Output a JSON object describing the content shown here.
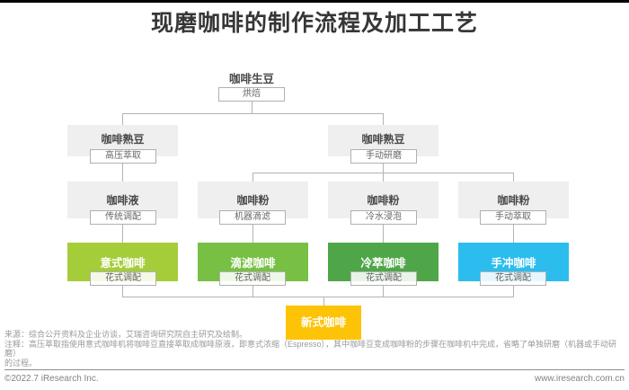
{
  "page": {
    "title": "现磨咖啡的制作流程及加工工艺",
    "footer": {
      "source_line": "来源：综合公开资料及企业访谈，艾瑞咨询研究院自主研究及绘制。",
      "note_line1": "注释：高压萃取指使用意式咖啡机将咖啡豆直接萃取成咖啡原液，即意式浓缩（Espresso），其中咖啡豆变成咖啡粉的步骤在咖啡机中完成，省略了单独研磨（机器或手动研磨）",
      "note_line2": "的过程。",
      "copyright": "©2022.7 iResearch Inc.",
      "website": "www.iresearch.com.cn"
    }
  },
  "flow": {
    "root": {
      "label": "咖啡生豆",
      "process": "烘焙"
    },
    "level2": [
      {
        "label": "咖啡熟豆",
        "process": "高压萃取"
      },
      {
        "label": "咖啡熟豆",
        "process": "手动研磨"
      }
    ],
    "level3": [
      {
        "label": "咖啡液",
        "process": "传统调配"
      },
      {
        "label": "咖啡粉",
        "process": "机器滴滤"
      },
      {
        "label": "咖啡粉",
        "process": "冷水浸泡"
      },
      {
        "label": "咖啡粉",
        "process": "手动萃取"
      }
    ],
    "level4": [
      {
        "label": "意式咖啡",
        "process": "花式调配",
        "color": "#a5cd3a"
      },
      {
        "label": "滴滤咖啡",
        "process": "花式调配",
        "color": "#77c043"
      },
      {
        "label": "冷萃咖啡",
        "process": "花式调配",
        "color": "#4fa648"
      },
      {
        "label": "手冲咖啡",
        "process": "花式调配",
        "color": "#2bbdee"
      }
    ],
    "final": {
      "label": "新式咖啡",
      "color": "#fdc306"
    }
  },
  "palette": {
    "accent_bar": "#000000",
    "node_gray": "#efefef",
    "connector_gray": "#b3b3b3",
    "espresso_green": "#a5cd3a",
    "drip_green": "#77c043",
    "coldbrew_green": "#4fa648",
    "pourover_cyan": "#2bbdee",
    "newstyle_yellow": "#fdc306"
  }
}
